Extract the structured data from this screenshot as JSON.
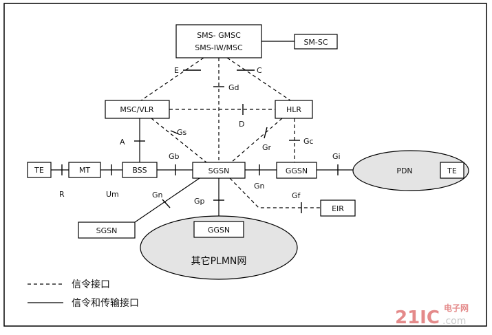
{
  "nodes": {
    "gmsc": {
      "line1": "SMS- GMSC",
      "line2": "SMS-IW/MSC"
    },
    "smsc": "SM-SC",
    "msc_vlr": "MSC/VLR",
    "hlr": "HLR",
    "te_left": "TE",
    "mt": "MT",
    "bss": "BSS",
    "sgsn": "SGSN",
    "ggsn": "GGSN",
    "pdn": "PDN",
    "te_right": "TE",
    "eir": "EIR",
    "sgsn_other": "SGSN",
    "ggsn_other": "GGSN",
    "plmn": "其它PLMN网"
  },
  "interfaces": {
    "e": "E",
    "c": "C",
    "gd": "Gd",
    "d": "D",
    "gs": "Gs",
    "a": "A",
    "gr": "Gr",
    "gc": "Gc",
    "gb": "Gb",
    "gi": "Gi",
    "r": "R",
    "um": "Um",
    "gn_left": "Gn",
    "gp": "Gp",
    "gn_right": "Gn",
    "gf": "Gf"
  },
  "legend": {
    "signaling": "信令接口",
    "signaling_transport": "信令和传输接口"
  },
  "watermark": {
    "main": "21IC",
    "cn": "电子网",
    "sub": ".com"
  }
}
